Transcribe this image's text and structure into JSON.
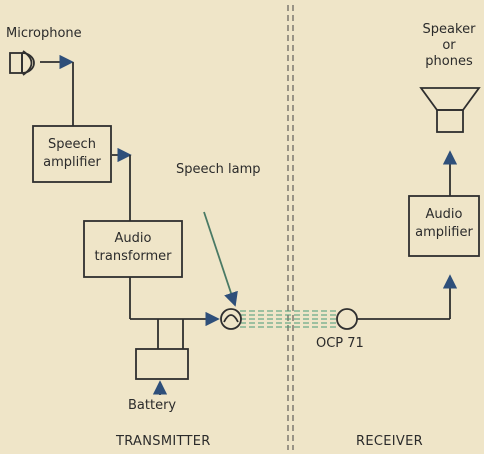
{
  "labels": {
    "microphone": "Microphone",
    "speech_amp_line1": "Speech",
    "speech_amp_line2": "amplifier",
    "audio_tx_line1": "Audio",
    "audio_tx_line2": "transformer",
    "battery": "Battery",
    "speech_lamp": "Speech lamp",
    "ocp": "OCP 71",
    "speaker_line1": "Speaker",
    "speaker_line2": "or",
    "speaker_line3": "phones",
    "audio_amp_line1": "Audio",
    "audio_amp_line2": "amplifier",
    "transmitter": "TRANSMITTER",
    "receiver": "RECEIVER"
  },
  "colors": {
    "background": "#efe5c8",
    "line": "#2f2f2f",
    "arrow": "#2e4f7a",
    "glow": "#4a9a78"
  }
}
